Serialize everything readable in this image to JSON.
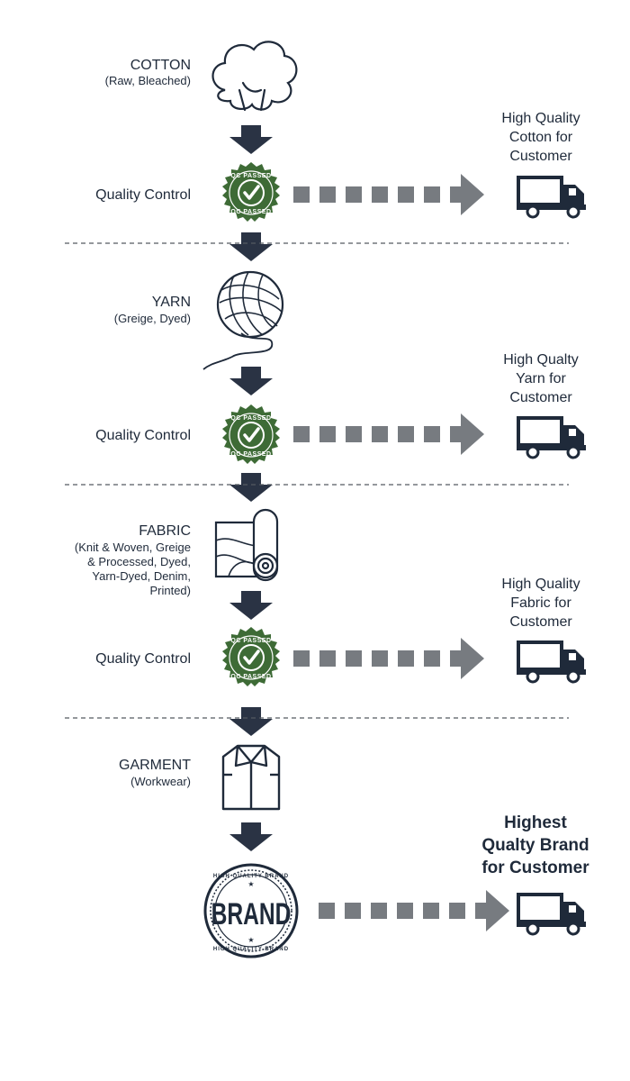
{
  "stages": [
    {
      "id": "cotton",
      "title": "COTTON",
      "subtitle": "(Raw, Bleached)",
      "icon": "cotton-boll-icon"
    },
    {
      "id": "yarn",
      "title": "YARN",
      "subtitle": "(Greige, Dyed)",
      "icon": "yarn-ball-icon"
    },
    {
      "id": "fabric",
      "title": "FABRIC",
      "subtitle": "(Knit & Woven, Greige & Processed, Dyed, Yarn-Dyed, Denim, Printed)",
      "subtitle_lines": [
        "(Knit & Woven, Greige",
        "& Processed, Dyed,",
        "Yarn-Dyed, Denim,",
        "Printed)"
      ],
      "icon": "fabric-roll-icon"
    },
    {
      "id": "garment",
      "title": "GARMENT",
      "subtitle": "(Workwear)",
      "icon": "shirt-icon"
    }
  ],
  "quality_control": {
    "label": "Quality Control",
    "badge_text": "QC PASSED",
    "icon": "qc-passed-badge-icon"
  },
  "customer_outputs": [
    {
      "text": "High Quality\nCotton for\nCustomer"
    },
    {
      "text": "High Qualty\nYarn for\nCustomer"
    },
    {
      "text": "High Quality\nFabric for\nCustomer"
    },
    {
      "text": "Highest\nQualty Brand\nfor Customer"
    }
  ],
  "brand_badge": {
    "word": "BRAND",
    "ring_text": "HIGH QUALITY BRAND",
    "icon": "brand-seal-icon"
  },
  "colors": {
    "navy": "#1f2a3a",
    "arrow": "#2a3344",
    "dashes": "#777b80",
    "qc_green": "#3e6b36",
    "divider": "#555a60"
  },
  "icons": {
    "arrow_down": "arrow-down-icon",
    "truck": "truck-icon",
    "dashed_arrow": "dashed-arrow-right-icon"
  }
}
